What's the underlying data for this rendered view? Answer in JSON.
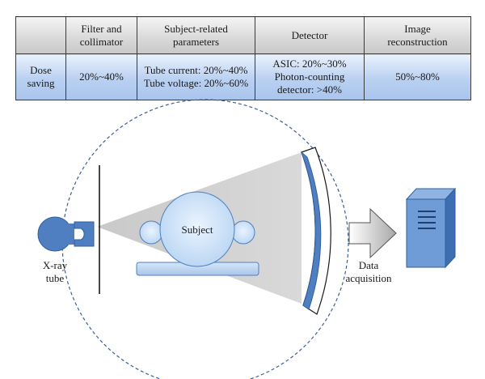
{
  "table": {
    "headers": [
      "",
      "Filter and\ncollimator",
      "Subject-related\nparameters",
      "Detector",
      "Image\nreconstruction"
    ],
    "row_label": "Dose\nsaving",
    "cells": [
      "20%~40%",
      "Tube current: 20%~40%\nTube voltage: 20%~60%",
      "ASIC: 20%~30%\nPhoton-counting\ndetector: >40%",
      "50%~80%"
    ]
  },
  "diagram": {
    "subject_label": "Subject",
    "xray_tube_label": "X-ray\ntube",
    "data_acquisition_label": "Data\nacquisition"
  },
  "colors": {
    "component_blue": "#4f7fc1",
    "dark_blue": "#2f5f9f",
    "light_blue": "#bcd6f3",
    "beam_gray": "#d2d2d2",
    "dashed_circle": "#3c5f96"
  }
}
